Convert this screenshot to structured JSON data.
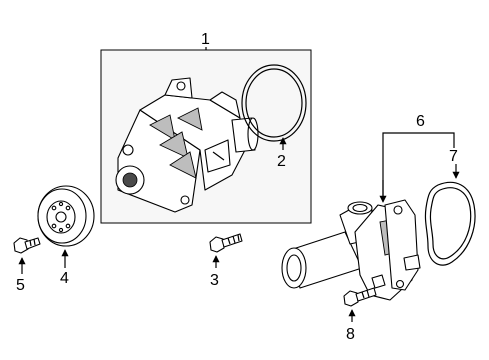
{
  "callouts": {
    "c1": "1",
    "c2": "2",
    "c3": "3",
    "c4": "4",
    "c5": "5",
    "c6": "6",
    "c7": "7",
    "c8": "8"
  },
  "parts": {
    "water_pump": "water-pump-icon",
    "gasket": "gasket-ring-icon",
    "pulley": "pulley-icon",
    "bolt": "bolt-icon",
    "thermostat_housing": "thermostat-housing-icon",
    "housing_seal": "housing-seal-icon"
  },
  "colors": {
    "line": "#000000",
    "panel_fill": "#f7f7f7",
    "shade": "#bdbdbd"
  }
}
